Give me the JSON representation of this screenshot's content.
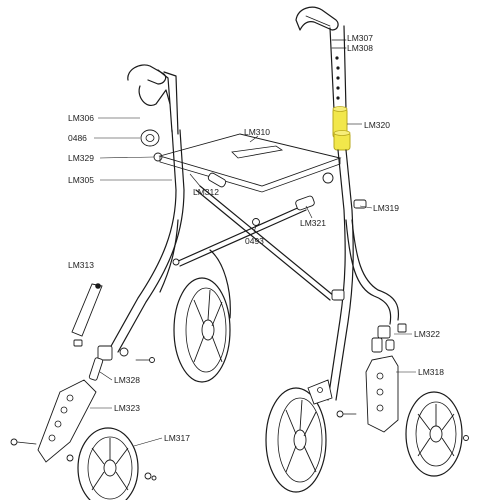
{
  "colors": {
    "line": "#1a1a1a",
    "highlight": "#f2e74b",
    "highlight_stroke": "#b8a81e",
    "background": "#ffffff"
  },
  "labels": {
    "lm307": "LM307",
    "lm308": "LM308",
    "lm306": "LM306",
    "p0486": "0486",
    "lm310": "LM310",
    "lm320": "LM320",
    "lm329": "LM329",
    "lm305": "LM305",
    "lm312": "LM312",
    "lm319": "LM319",
    "lm321": "LM321",
    "p0493": "0493",
    "lm313": "LM313",
    "lm322": "LM322",
    "lm318": "LM318",
    "lm328": "LM328",
    "lm323": "LM323",
    "lm317": "LM317"
  }
}
